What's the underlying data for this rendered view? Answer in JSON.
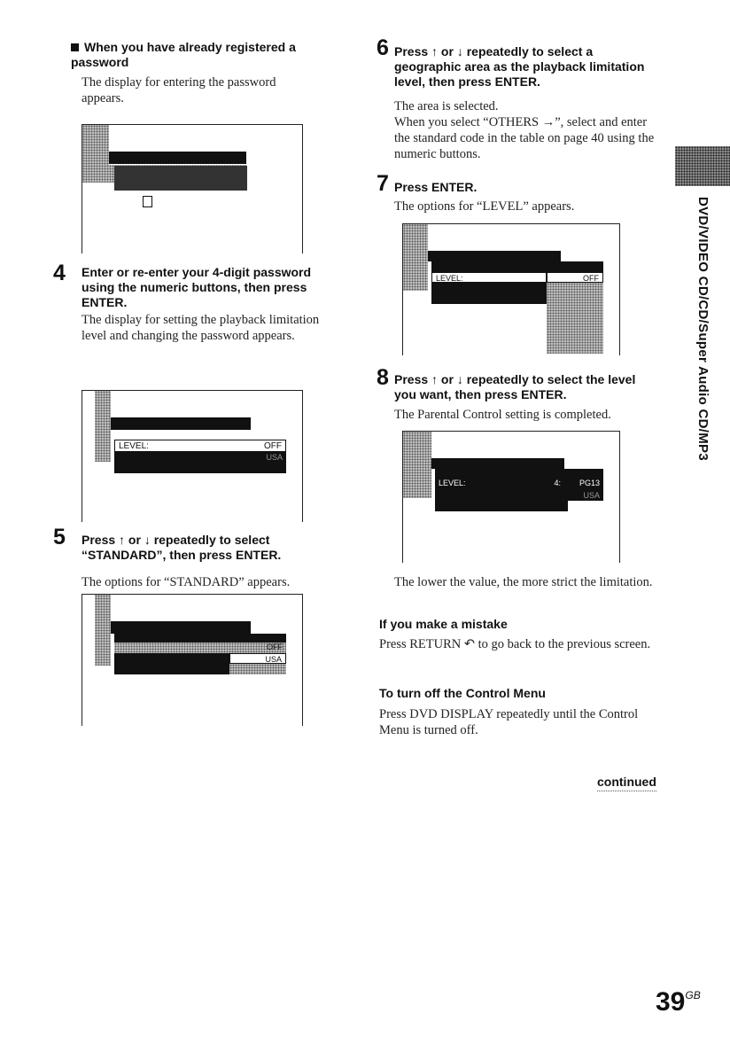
{
  "left": {
    "intro_heading": "When you have already registered a password",
    "intro_text": "The display for entering the password appears.",
    "step4": {
      "num": "4",
      "heading": "Enter or re-enter your 4-digit password using the numeric buttons, then press ENTER.",
      "text": "The display for setting the playback limitation level and changing the password appears."
    },
    "step5": {
      "num": "5",
      "heading": "Press ↑ or ↓ repeatedly to select “STANDARD”, then press ENTER.",
      "text": "The options for “STANDARD” appears."
    },
    "screen4": {
      "level_label": "LEVEL:",
      "level_value": "OFF",
      "standard_value": "USA"
    },
    "screen5": {
      "level_value": "OFF",
      "standard_value": "USA"
    }
  },
  "right": {
    "step6": {
      "num": "6",
      "heading": "Press ↑ or ↓ repeatedly to select a geographic area as the playback limitation level, then press ENTER.",
      "text1": "The area is selected.",
      "text2": "When you select “OTHERS →”, select and enter the standard code in the table on page 40 using the numeric buttons."
    },
    "step7": {
      "num": "7",
      "heading": "Press ENTER.",
      "text": "The options for “LEVEL” appears."
    },
    "step8": {
      "num": "8",
      "heading": "Press ↑ or ↓ repeatedly to select the level you want, then press ENTER.",
      "text": "The Parental Control setting is completed."
    },
    "screen7": {
      "level_label": "LEVEL:",
      "level_value": "OFF"
    },
    "screen8": {
      "level_label": "LEVEL:",
      "level_num": "4:",
      "level_value": "PG13",
      "standard_value": "USA"
    },
    "note": "The lower the value, the more strict the limitation.",
    "mistake_heading": "If you make a mistake",
    "mistake_text": "Press RETURN ↶ to go back to the previous screen.",
    "turnoff_heading": "To turn off the Control Menu",
    "turnoff_text": "Press DVD DISPLAY repeatedly until the Control Menu is turned off."
  },
  "sidebar_text": "DVD/VIDEO CD/CD/Super Audio CD/MP3",
  "continued": "continued",
  "page_number": "39",
  "page_suffix": "GB"
}
